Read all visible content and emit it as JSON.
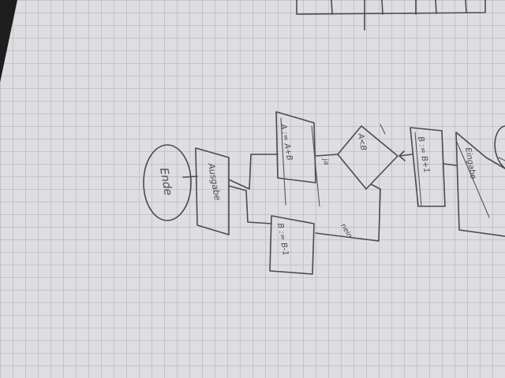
{
  "photo": {
    "subject": "hand-drawn flowchart on grid paper",
    "paper_color": "#dedde0",
    "ink_color": "#4a4a52"
  },
  "flowchart": {
    "end_label": "Ende",
    "output_label": "Ausgabe",
    "process_top_label": "A := A+B",
    "decision_label": "A<B",
    "process_right_label": "B := B+1",
    "input_label": "Eingabe",
    "process_bottom_label": "B := B-1",
    "edge_yes_label": "ja",
    "edge_no_label": "nein"
  }
}
